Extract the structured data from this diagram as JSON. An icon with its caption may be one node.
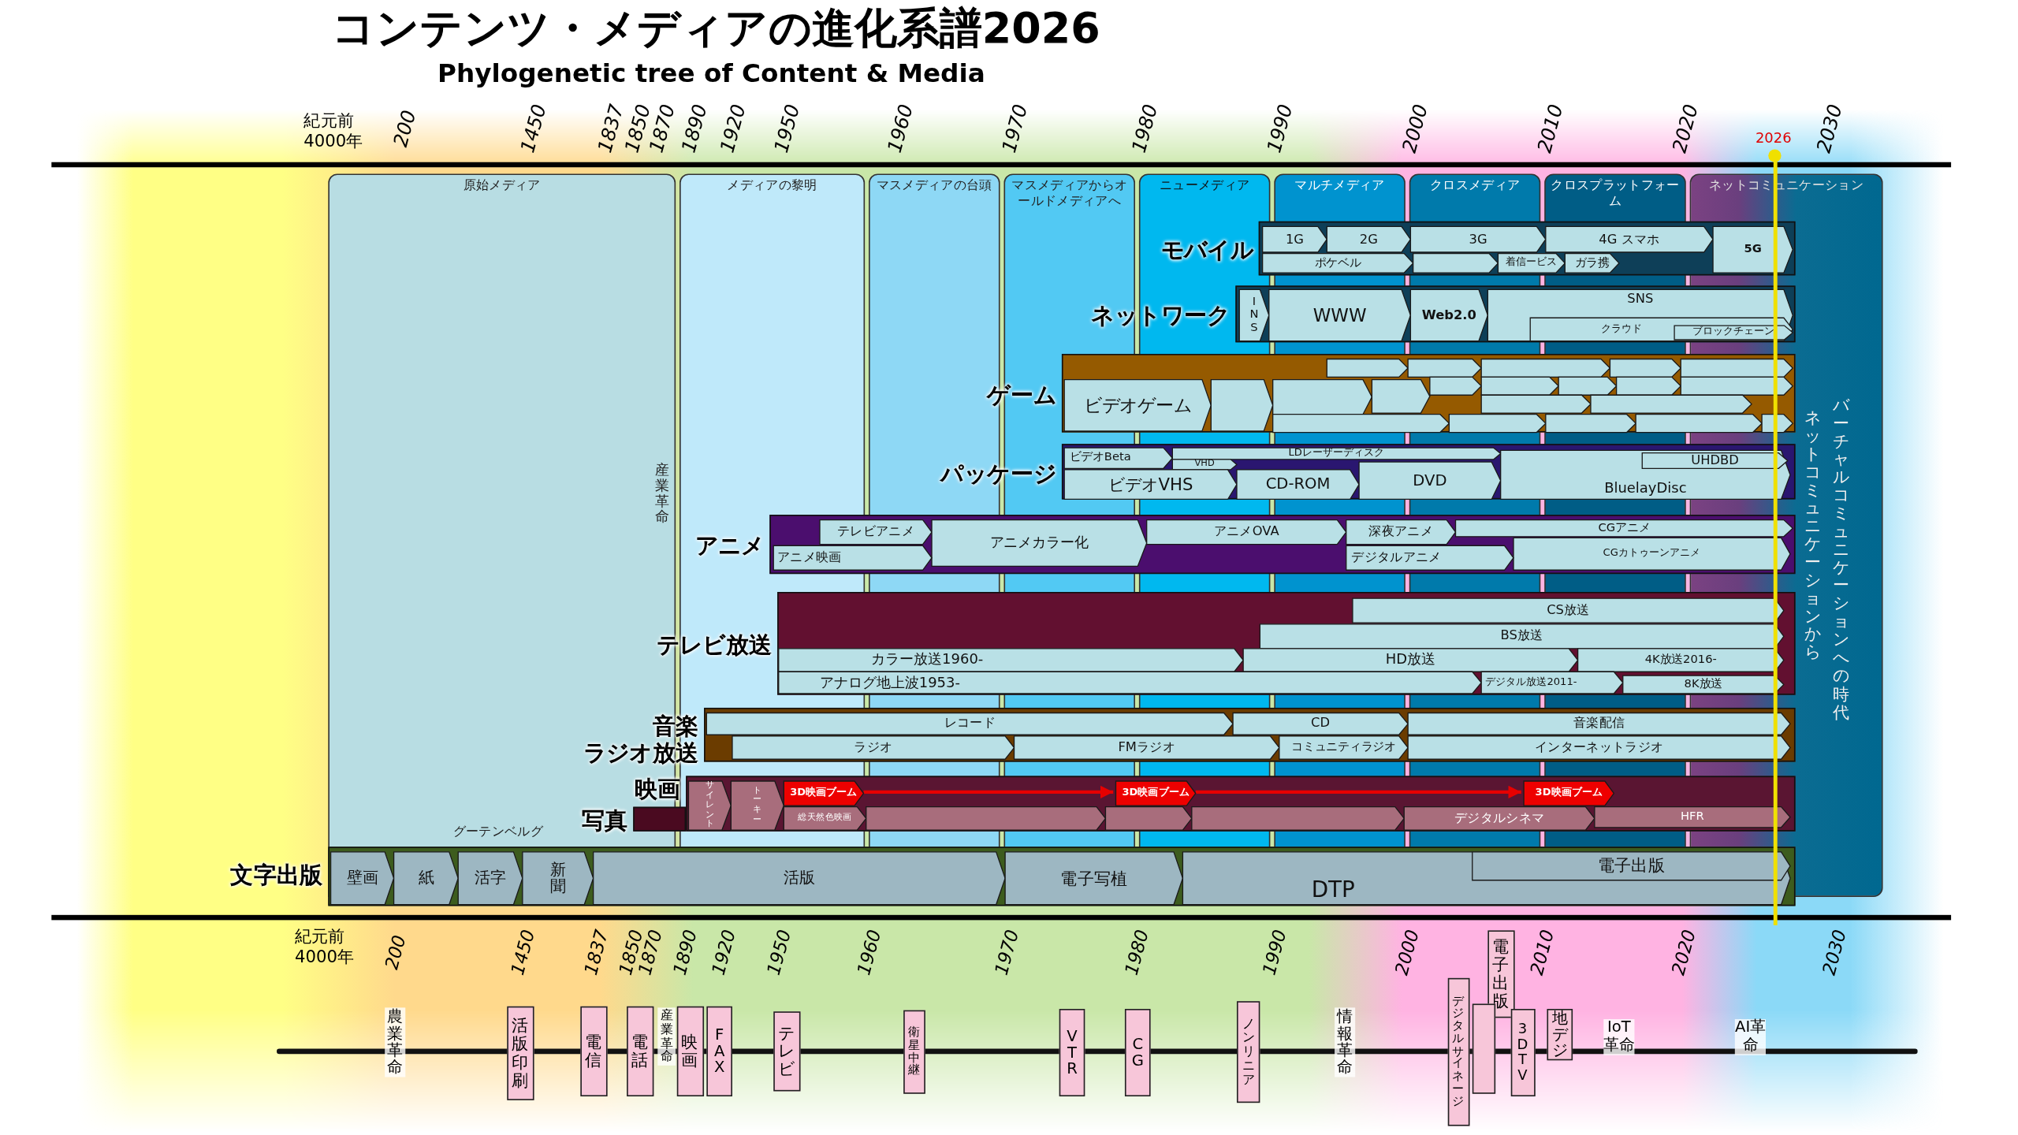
{
  "diagram": {
    "title": "コンテンツ・メディアの進化系譜2026",
    "nodes": [
      {
        "text": [
          "モバイル"
        ]
      },
      {
        "text": [
          "1G"
        ],
        "in": 0
      },
      {
        "text": [
          "2G"
        ],
        "in": 0
      },
      {
        "text": [
          "3G"
        ],
        "in": 0
      },
      {
        "text": [
          "4G スマホ"
        ],
        "in": 0
      },
      {
        "text": [
          "5G"
        ],
        "in": 0
      },
      {
        "text": [
          "ポケベル"
        ],
        "in": 0
      },
      {
        "text": [],
        "shape": "bar",
        "in": 0
      },
      {
        "text": [
          "着信ービス"
        ],
        "in": 0
      },
      {
        "text": [
          "ガラ携"
        ],
        "in": 0
      },
      {
        "text": [
          "ネットワーク"
        ]
      },
      {
        "text": [
          "INS"
        ],
        "in": 10
      },
      {
        "text": [
          "WWW"
        ],
        "in": 10
      },
      {
        "text": [
          "Web2.0"
        ],
        "in": 10
      },
      {
        "text": [
          "SNS"
        ],
        "in": 10
      },
      {
        "text": [
          "クラウド"
        ],
        "in": 14
      },
      {
        "text": [
          "ブロックチェーン"
        ],
        "in": 15
      },
      {
        "text": [
          "ゲーム"
        ]
      },
      {
        "text": [
          "ビデオゲーム"
        ],
        "in": 17
      },
      {
        "text": [],
        "shape": "bar",
        "in": 17
      },
      {
        "text": [],
        "shape": "bar",
        "in": 17
      },
      {
        "text": [],
        "shape": "bar",
        "in": 17
      },
      {
        "text": [],
        "shape": "bar",
        "in": 17
      },
      {
        "text": [],
        "shape": "bar",
        "in": 17
      },
      {
        "text": [],
        "shape": "bar",
        "in": 17
      },
      {
        "text": [],
        "shape": "bar",
        "in": 17
      },
      {
        "text": [],
        "shape": "bar",
        "in": 17
      },
      {
        "text": [],
        "shape": "bar",
        "in": 17
      },
      {
        "text": [],
        "shape": "bar",
        "in": 17
      },
      {
        "text": [],
        "shape": "bar",
        "in": 17
      },
      {
        "text": [],
        "shape": "bar",
        "in": 17
      },
      {
        "text": [],
        "shape": "bar",
        "in": 17
      },
      {
        "text": [],
        "shape": "bar",
        "in": 17
      },
      {
        "text": [],
        "shape": "bar",
        "in": 17
      },
      {
        "text": [],
        "shape": "bar",
        "in": 17
      },
      {
        "text": [],
        "shape": "bar",
        "in": 17
      },
      {
        "text": [],
        "shape": "bar",
        "in": 17
      },
      {
        "text": [],
        "shape": "bar",
        "in": 17
      },
      {
        "text": [],
        "shape": "bar",
        "in": 17
      },
      {
        "text": [
          "パッケージ"
        ]
      },
      {
        "text": [
          "ビデオBeta"
        ],
        "in": 39
      },
      {
        "text": [
          "LDレーザーディスク"
        ],
        "in": 39
      },
      {
        "text": [
          "VHD"
        ],
        "in": 39
      },
      {
        "text": [
          "ビデオVHS"
        ],
        "in": 39
      },
      {
        "text": [
          "CD-ROM"
        ],
        "in": 39
      },
      {
        "text": [
          "DVD"
        ],
        "in": 39
      },
      {
        "text": [
          "BluelayDisc"
        ],
        "in": 39
      },
      {
        "text": [
          "UHDBD"
        ],
        "in": 46
      },
      {
        "text": [
          "アニメ"
        ]
      },
      {
        "text": [
          "テレビアニメ"
        ],
        "in": 48
      },
      {
        "text": [
          "アニメカラー化"
        ],
        "in": 48
      },
      {
        "text": [
          "アニメOVA"
        ],
        "in": 48
      },
      {
        "text": [
          "深夜アニメ"
        ],
        "in": 48
      },
      {
        "text": [
          "CGアニメ"
        ],
        "in": 48
      },
      {
        "text": [
          "アニメ映画"
        ],
        "in": 48
      },
      {
        "text": [
          "CGカトゥーンアニメ"
        ],
        "in": 48
      },
      {
        "text": [
          "デジタルアニメ"
        ],
        "in": 48
      },
      {
        "text": [
          "テレビ放送"
        ]
      },
      {
        "text": [
          "CS放送"
        ],
        "in": 57
      },
      {
        "text": [
          "BS放送"
        ],
        "in": 57
      },
      {
        "text": [
          "カラー放送1960-"
        ],
        "in": 57
      },
      {
        "text": [
          "HD放送"
        ],
        "in": 57
      },
      {
        "text": [
          "4K放送2016-"
        ],
        "in": 57
      },
      {
        "text": [
          "アナログ地上波1953-"
        ],
        "in": 57
      },
      {
        "text": [
          "デジタル放送2011-"
        ],
        "in": 57
      },
      {
        "text": [
          "8K放送"
        ],
        "in": 57
      },
      {
        "text": [
          "音楽",
          "ラジオ放送"
        ]
      },
      {
        "text": [
          "レコード"
        ],
        "in": 66
      },
      {
        "text": [
          "CD"
        ],
        "in": 66
      },
      {
        "text": [
          "音楽配信"
        ],
        "in": 66
      },
      {
        "text": [
          "ラジオ"
        ],
        "in": 66
      },
      {
        "text": [
          "FMラジオ"
        ],
        "in": 66
      },
      {
        "text": [
          "コミュニティラジオ"
        ],
        "in": 66
      },
      {
        "text": [
          "インターネットラジオ"
        ],
        "in": 66
      },
      {
        "text": [
          "映画"
        ]
      },
      {
        "text": [
          "サイレント"
        ],
        "in": 74
      },
      {
        "text": [
          "トーキー"
        ],
        "in": 74
      },
      {
        "text": [
          "3D映画ブーム"
        ],
        "in": 74
      },
      {
        "text": [
          "総天然色映画"
        ],
        "in": 74
      },
      {
        "text": [],
        "shape": "bar",
        "in": 74
      },
      {
        "text": [
          "3D映画ブーム"
        ],
        "in": 74
      },
      {
        "text": [],
        "shape": "bar",
        "in": 74
      },
      {
        "text": [],
        "shape": "bar",
        "in": 74
      },
      {
        "text": [
          "3D映画ブーム"
        ],
        "in": 74
      },
      {
        "text": [
          "デジタルシネマ"
        ],
        "in": 74
      },
      {
        "text": [
          "HFR"
        ],
        "in": 74
      },
      {
        "text": [
          "写真"
        ]
      },
      {
        "text": [
          "文字出版"
        ]
      },
      {
        "text": [
          "壁画"
        ],
        "in": 87
      },
      {
        "text": [
          "紙"
        ],
        "in": 87
      },
      {
        "text": [
          "活字"
        ],
        "in": 87
      },
      {
        "text": [
          "新聞"
        ],
        "in": 87
      },
      {
        "text": [
          "活版"
        ],
        "in": 87
      },
      {
        "text": [
          "電子写植"
        ],
        "in": 87
      },
      {
        "text": [
          "DTP"
        ],
        "in": 87
      },
      {
        "text": [
          "電子出版"
        ],
        "in": 94
      },
      {
        "text": [
          "活版印刷"
        ]
      },
      {
        "text": [
          "電信"
        ]
      },
      {
        "text": [
          "電話"
        ]
      },
      {
        "text": [
          "映画"
        ]
      },
      {
        "text": [
          "FAX"
        ]
      },
      {
        "text": [
          "テレビ"
        ]
      },
      {
        "text": [
          "衛星中継"
        ]
      },
      {
        "text": [
          "VTR"
        ]
      },
      {
        "text": [
          "CG"
        ]
      },
      {
        "text": [
          "ノンリニア"
        ]
      },
      {
        "text": [
          "デジタルサイネージ"
        ]
      },
      {
        "text": [
          "電子出版"
        ]
      },
      {
        "text": [],
        "shape": "box"
      },
      {
        "text": [
          "3DTV"
        ]
      },
      {
        "text": [
          "地デジ"
        ]
      }
    ],
    "edges": [
      {
        "from": 77,
        "to": 80,
        "arrow": "to"
      },
      {
        "from": 80,
        "to": 83,
        "arrow": "to"
      }
    ],
    "labels": [
      "Phylogenetic tree of Content & Media",
      "紀元前4000年",
      "200",
      "1450",
      "1837",
      "1850",
      "1870",
      "1890",
      "1920",
      "1950",
      "1960",
      "1970",
      "1980",
      "1990",
      "2000",
      "2010",
      "2020",
      "2026",
      "2030",
      "原始メディア",
      "メディアの黎明",
      "マスメディアの台頭",
      "マスメディアからオールドメディアへ",
      "ニューメディア",
      "マルチメディア",
      "クロスメディア",
      "クロスプラットフォーム",
      "ネットコミュニケーション",
      "産業革命",
      "ネットコミュニケーションから",
      "バーチャルコミュニケーションへの時代",
      "グーテンベルグ",
      "紀元前4000年",
      "200",
      "1450",
      "1837",
      "1850",
      "1870",
      "1890",
      "1920",
      "1950",
      "1960",
      "1970",
      "1980",
      "1990",
      "2000",
      "2010",
      "2020",
      "2030",
      "農業革命",
      "産業革命",
      "情報革命",
      "IoT革命",
      "AI革命"
    ]
  }
}
